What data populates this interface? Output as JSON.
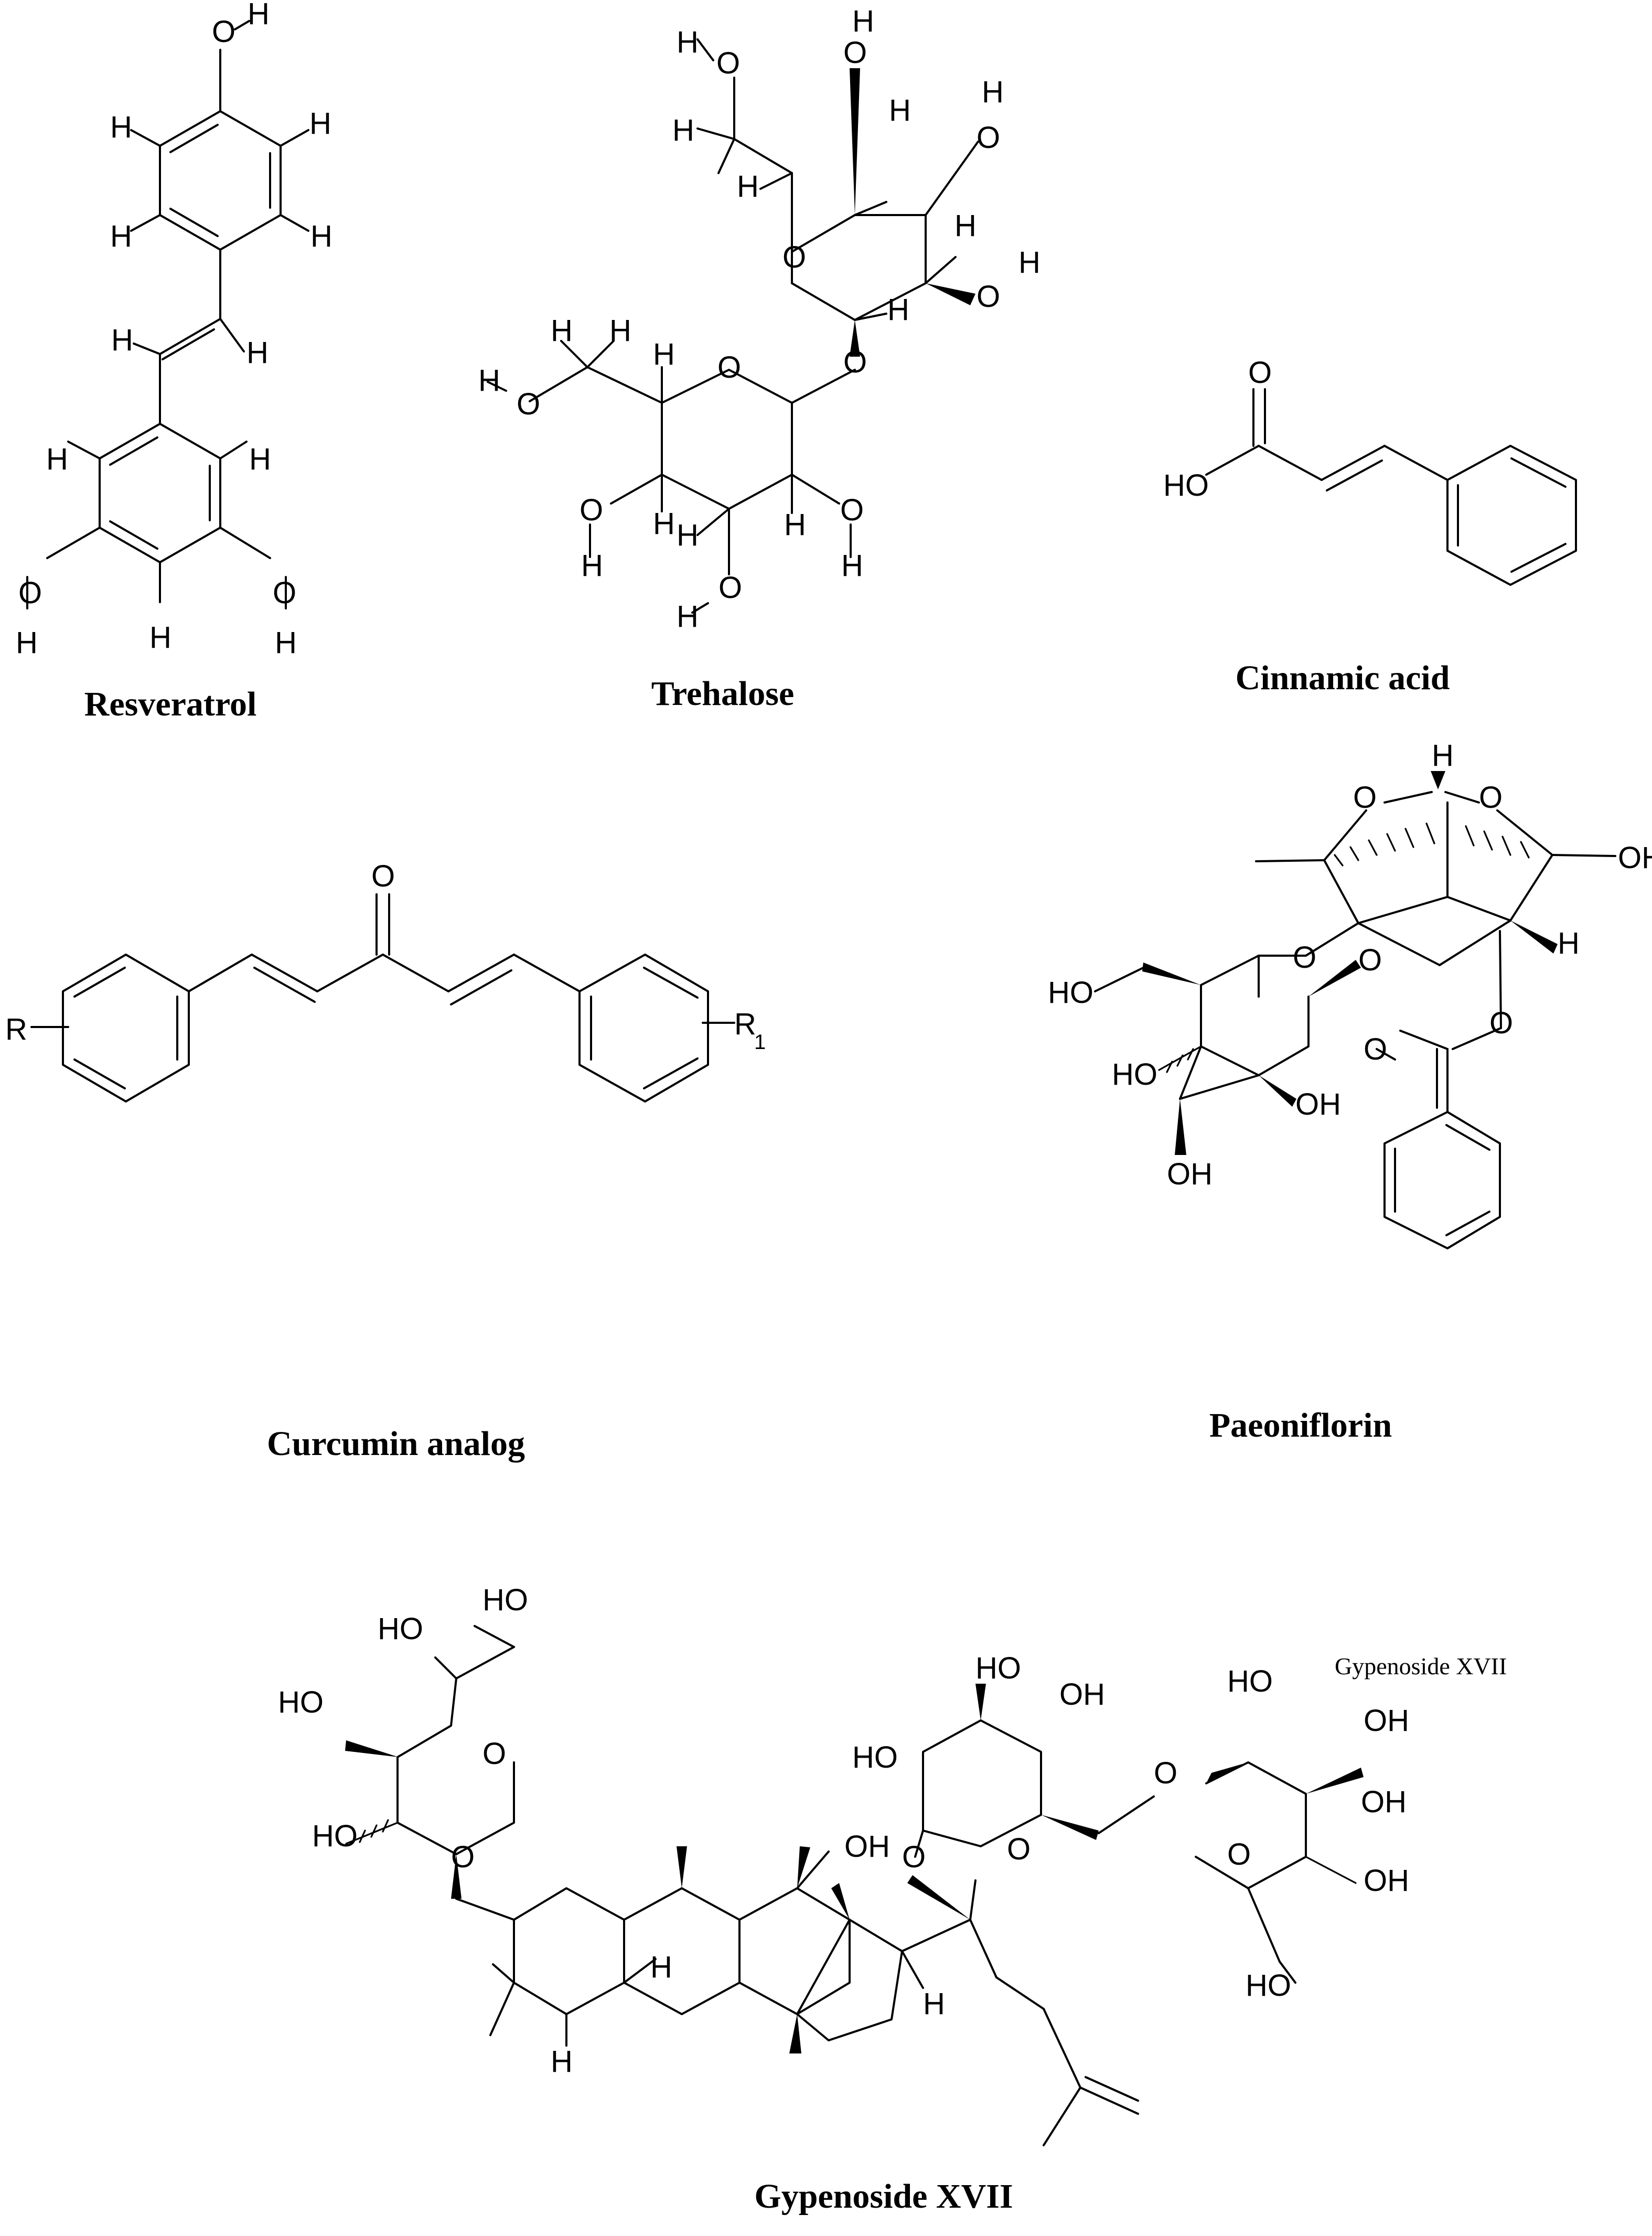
{
  "figure": {
    "captions": {
      "resveratrol": "Resveratrol",
      "trehalose": "Trehalose",
      "cinnamic_acid": "Cinnamic acid",
      "curcumin_analog": "Curcumin analog",
      "paeoniflorin": "Paeoniflorin",
      "gypenoside": "Gypenoside XVII"
    },
    "inset_label": "Gypenoside XVII",
    "atoms": {
      "H": "H",
      "O": "O",
      "OH": "OH",
      "HO": "HO",
      "R": "R",
      "R1": "R",
      "R1_sub": "1"
    }
  }
}
